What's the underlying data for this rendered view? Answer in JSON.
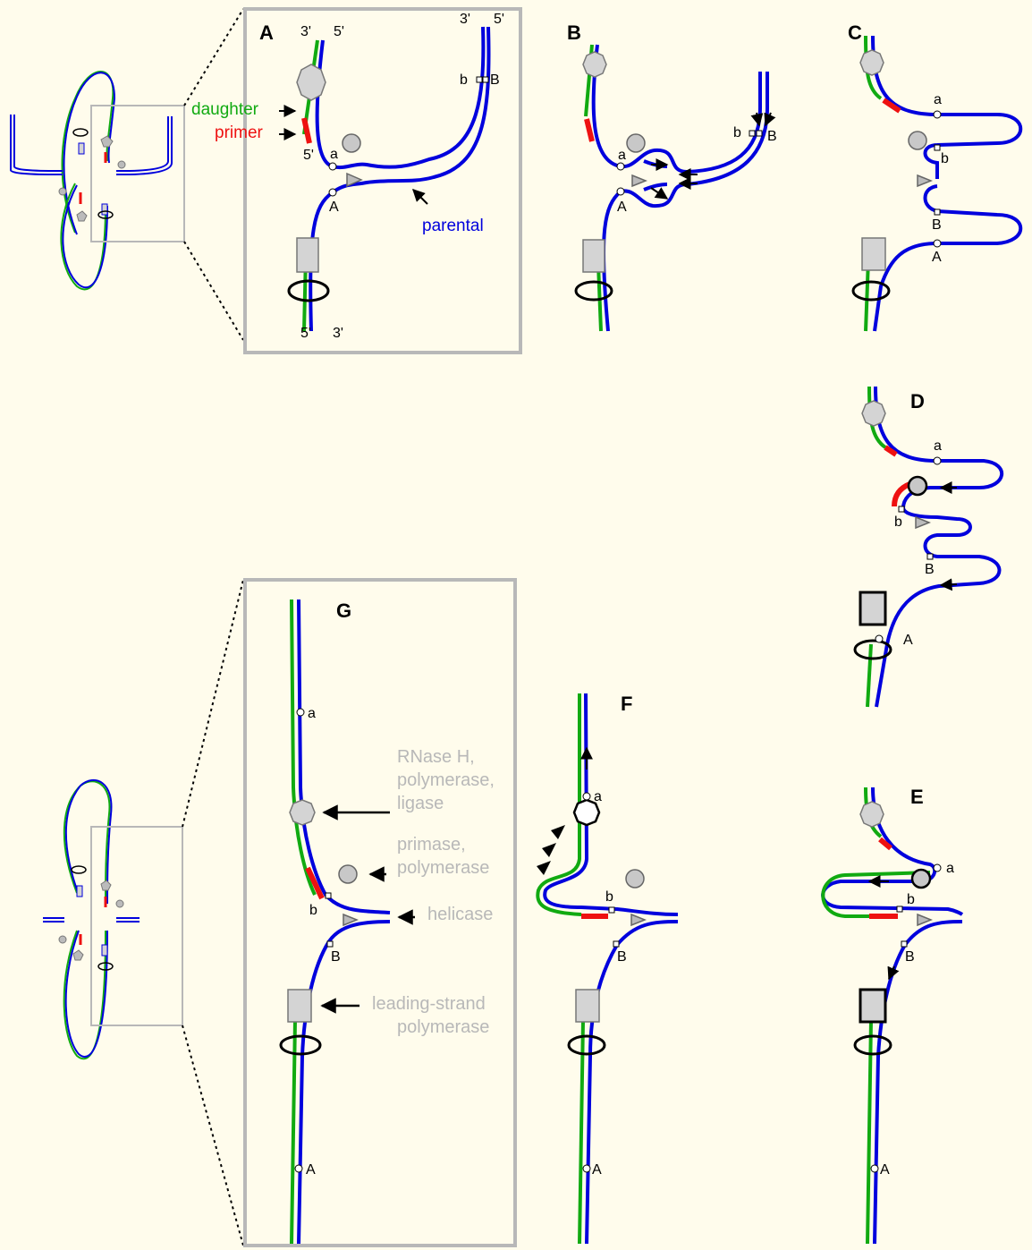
{
  "colors": {
    "background": "#fffcec",
    "parental": "#0000dd",
    "daughter": "#11aa11",
    "primer": "#ee1111",
    "protein_fill": "#d4d4d4",
    "frame": "#b8b8b8",
    "annotation": "#b8b8b8"
  },
  "panels": {
    "A": "A",
    "B": "B",
    "C": "C",
    "D": "D",
    "E": "E",
    "F": "F",
    "G": "G"
  },
  "strand_ends": {
    "three_prime": "3'",
    "five_prime": "5'"
  },
  "sites": {
    "a": "a",
    "A": "A",
    "b": "b",
    "B": "B"
  },
  "legend": {
    "daughter": "daughter",
    "primer": "primer",
    "parental": "parental"
  },
  "annotations": {
    "rnase_line1": "RNase H,",
    "rnase_line2": "polymerase,",
    "rnase_line3": "ligase",
    "primase_line1": "primase,",
    "primase_line2": "polymerase",
    "helicase": "helicase",
    "leading_line1": "leading-strand",
    "leading_line2": "polymerase"
  },
  "icons": [
    "clamp-ring-icon",
    "helicase-triangle-icon",
    "primase-circle-icon",
    "rnase-octagon-icon",
    "leading-polymerase-rect-icon",
    "arrowhead-icon"
  ]
}
